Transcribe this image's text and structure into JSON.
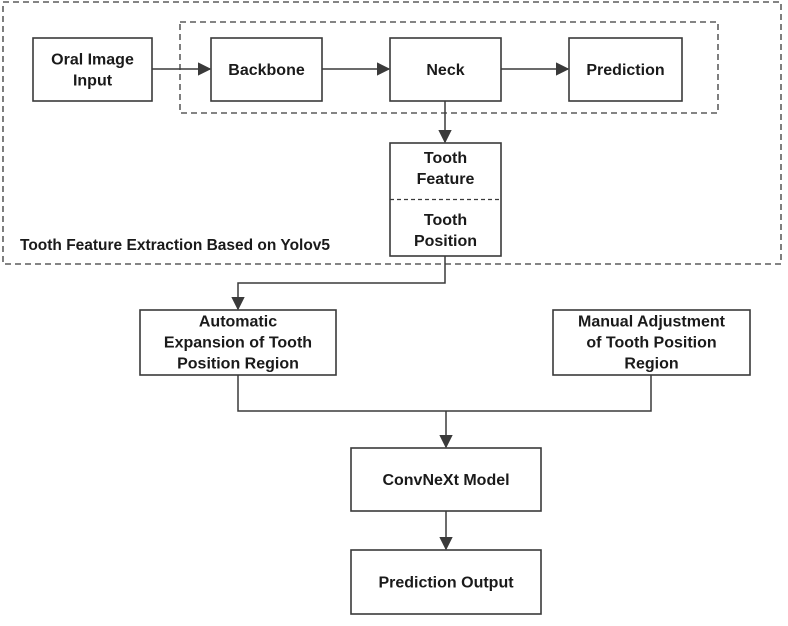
{
  "group": {
    "label": "Tooth Feature Extraction Based on Yolov5"
  },
  "nodes": {
    "oral_input": [
      "Oral Image",
      "Input"
    ],
    "backbone": [
      "Backbone"
    ],
    "neck": [
      "Neck"
    ],
    "prediction": [
      "Prediction"
    ],
    "tooth_feature": [
      "Tooth",
      "Feature"
    ],
    "tooth_position": [
      "Tooth",
      "Position"
    ],
    "auto_expansion": [
      "Automatic",
      "Expansion of Tooth",
      "Position Region"
    ],
    "manual_adjustment": [
      "Manual Adjustment",
      "of Tooth Position",
      "Region"
    ],
    "convnext": [
      "ConvNeXt Model"
    ],
    "prediction_output": [
      "Prediction Output"
    ]
  }
}
